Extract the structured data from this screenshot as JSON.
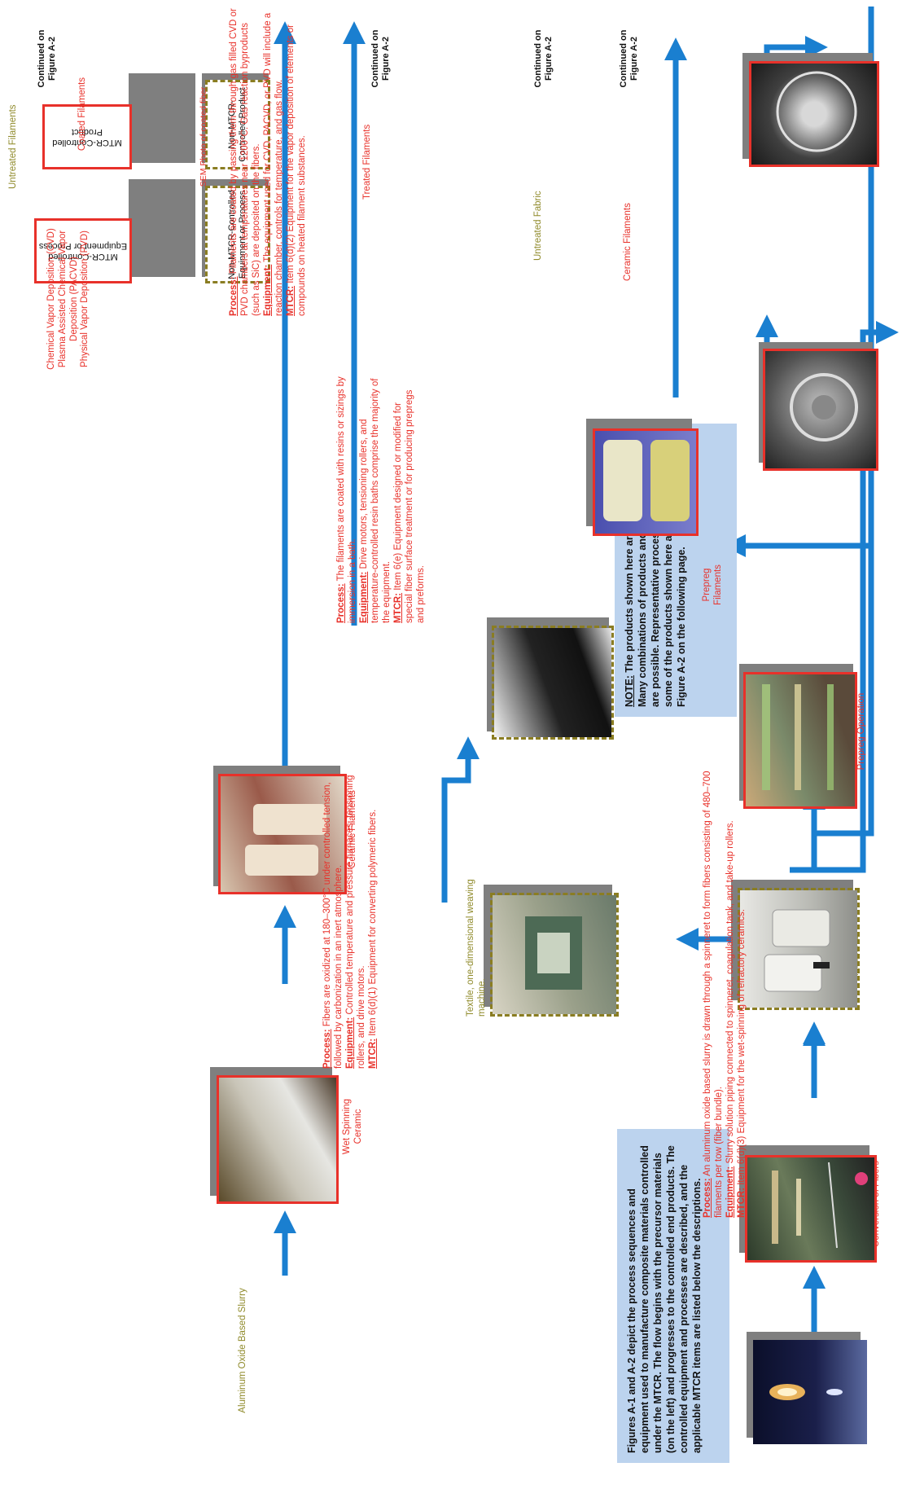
{
  "intro": "Figures A-1 and A-2 depict the process sequences and equipment used to manufacture composite materials controlled under the MTCR. The flow begins with the precursor materials (on the left) and progresses to the controlled end products. The controlled equipment and processes are described, and the applicable MTCR items are listed below the descriptions.",
  "note": {
    "label": "NOTE:",
    "text": " The products shown here are typical examples. Many combinations of products and process sequences are possible. Representative process examples using some of the products shown here are illustrated in Figure A-2 on the following page."
  },
  "stages": {
    "conversion": "Conversion of Fibers",
    "filaments": "Filaments",
    "prepreg_op": "Prepreg Operation",
    "prepreg_filaments": "Prepreg Filaments",
    "cvd": [
      "Chemical Vapor Deposition (CVD)",
      "Plasma Assisted Chemical Vapor Deposition (PACVD)",
      "Physical Vapor Deposition (PVD)"
    ],
    "coated": "Coated Filaments",
    "sem_caption": "SEM Photo of coated fiber",
    "textile": "Textile, one-dimensional weaving machine.",
    "wet_spinning": "Wet Spinning Ceramic",
    "ceramic_filaments": "Ceramic Filaments",
    "slurry": "Aluminum Oxide Based Slurry"
  },
  "flow_labels": {
    "untreated_filaments": "Untreated Filaments",
    "treated_filaments": "Treated Filaments",
    "untreated_fabric": "Untreated Fabric",
    "ceramic_filaments": "Ceramic Filaments"
  },
  "continued": "Continued on Figure A-2",
  "keys": {
    "process": "Process:",
    "equipment": "Equipment:",
    "mtcr": "MTCR:"
  },
  "descriptions": {
    "conversion": {
      "process": " Fibers are oxidized at 180–300°C under controlled tension, followed by carbonization in an inert atmosphere.",
      "equipment": " Controlled temperature and pressure furnaces, tensioning rollers, and drive motors.",
      "mtcr": " Item 6(d)(1) Equipment for converting polymeric fibers."
    },
    "prepreg": {
      "process": " The filaments are coated with resins or sizings by immersion in a bath.",
      "equipment": " Drive motors, tensioning rollers, and temperature-controlled resin baths comprise the majority of the equipment.",
      "mtcr": " Item 6(e) Equipment designed or modified for special fiber surface treatment or for producing prepregs and preforms."
    },
    "coating": {
      "process": " Filaments are coated by passing them through gas filled CVD or PVD chambers at temperatures near 1200°C. Gas reaction byproducts (such as SiC) are deposited on the fibers.",
      "equipment": " The equipment used for CVD, PACVD, or PVD will include a reaction chamber, controls for temperature, and gas flow.",
      "mtcr": " Item 6(d)(2) Equipment for the vapor deposition of elements or compounds on heated filament substances."
    },
    "ceramic": {
      "process": " An aluminum oxide based slurry is drawn through a spinneret to form fibers consisting of 480–700 filaments per tow (fiber bundle).",
      "equipment": " Slurry solution piping connected to spinneret, coagulation tank, and take-up rollers.",
      "mtcr": " Item 6(d)(3) Equipment for the wet-spinning of refractory ceramics."
    }
  },
  "legend": {
    "non_mtcr_equipment": "Non-MTCR-Controlled Equipment or Process",
    "non_mtcr_product": "Non-MTCR-Controlled Product",
    "mtcr_equipment": "MTCR-Controlled Equipment or Process",
    "mtcr_product": "MTCR-Controlled Product"
  },
  "colors": {
    "arrow": "#1a7fd0",
    "controlled": "#e8312a",
    "non_controlled": "#8f8a2a",
    "note_bg": "#bcd3ee"
  }
}
